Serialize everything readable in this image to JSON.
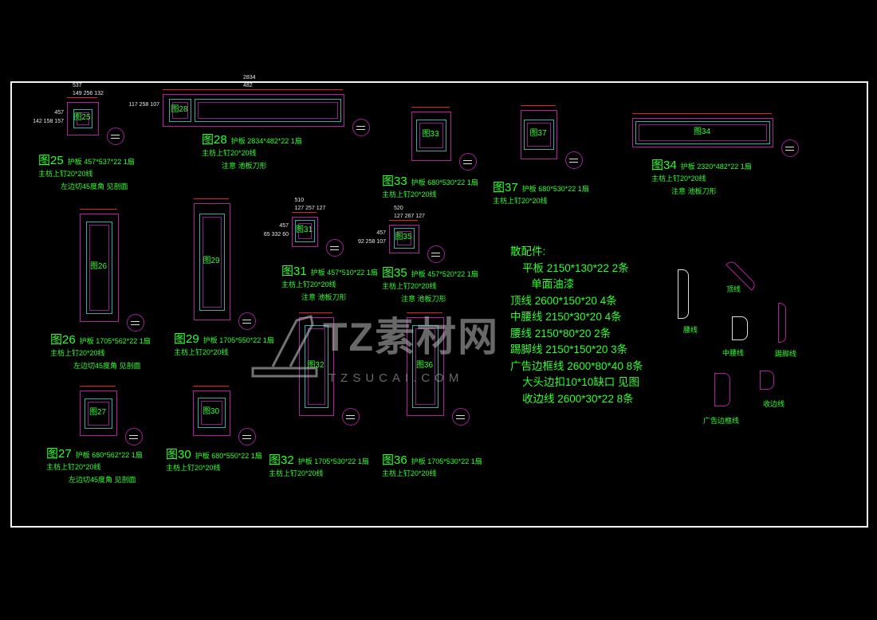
{
  "panels": [
    {
      "id": "25",
      "label": "图25",
      "title": "图25",
      "spec": "护板 457*537*22 1扇",
      "notes": [
        "主枋上钉20*20线",
        "左边切45度角 见剖面"
      ],
      "dims": [
        "537",
        "149 256 132",
        "457",
        "142 158 157"
      ]
    },
    {
      "id": "28",
      "label": "图28",
      "title": "图28",
      "spec": "护板 2834*482*22 1扇",
      "notes": [
        "主枋上钉20*20线",
        "注意 池板刀形"
      ],
      "dims": [
        "2834",
        "482",
        "117 258 107"
      ]
    },
    {
      "id": "33",
      "label": "图33",
      "title": "图33",
      "spec": "护板 680*530*22 1扇",
      "notes": [
        "主枋上钉20*20线"
      ],
      "dims": []
    },
    {
      "id": "37",
      "label": "图37",
      "title": "图37",
      "spec": "护板 680*530*22 1扇",
      "notes": [
        "主枋上钉20*20线"
      ],
      "dims": []
    },
    {
      "id": "34",
      "label": "图34",
      "title": "图34",
      "spec": "护板 2320*482*22 1扇",
      "notes": [
        "主枋上钉20*20线",
        "注意 池板刀形"
      ],
      "dims": []
    },
    {
      "id": "26",
      "label": "图26",
      "title": "图26",
      "spec": "护板 1705*562*22 1扇",
      "notes": [
        "主枋上钉20*20线",
        "左边切45度角 见剖面"
      ],
      "dims": []
    },
    {
      "id": "29",
      "label": "图29",
      "title": "图29",
      "spec": "护板 1705*550*22 1扇",
      "notes": [
        "主枋上钉20*20线"
      ],
      "dims": []
    },
    {
      "id": "31",
      "label": "图31",
      "title": "图31",
      "spec": "护板 457*510*22 1扇",
      "notes": [
        "主枋上钉20*20线",
        "注意 池板刀形"
      ],
      "dims": [
        "510",
        "127 257 127",
        "457",
        "65 332 60"
      ]
    },
    {
      "id": "35",
      "label": "图35",
      "title": "图35",
      "spec": "护板 457*520*22 1扇",
      "notes": [
        "主枋上钉20*20线",
        "注意 池板刀形"
      ],
      "dims": [
        "520",
        "127 267 127",
        "457",
        "92 258 107"
      ]
    },
    {
      "id": "27",
      "label": "图27",
      "title": "图27",
      "spec": "护板 680*562*22 1扇",
      "notes": [
        "主枋上钉20*20线",
        "左边切45度角 见剖面"
      ],
      "dims": []
    },
    {
      "id": "30",
      "label": "图30",
      "title": "图30",
      "spec": "护板 680*550*22 1扇",
      "notes": [
        "主枋上钉20*20线"
      ],
      "dims": []
    },
    {
      "id": "32",
      "label": "图32",
      "title": "图32",
      "spec": "护板 1705*530*22 1扇",
      "notes": [
        "主枋上钉20*20线"
      ],
      "dims": []
    },
    {
      "id": "36",
      "label": "图36",
      "title": "图36",
      "spec": "护板 1705*530*22 1扇",
      "notes": [
        "主枋上钉20*20线"
      ],
      "dims": []
    }
  ],
  "accessories": {
    "heading": "散配件:",
    "lines": [
      "    平板 2150*130*22 2条",
      "       单面油漆",
      "顶线 2600*150*20 4条",
      "中腰线 2150*30*20 4条",
      "腰线 2150*80*20 2条",
      "踢脚线 2150*150*20 3条",
      "广告边框线 2600*80*40 8条",
      "    大头边扣10*10缺口 见图",
      "    收边线 2600*30*22 8条"
    ]
  },
  "profiles": {
    "yaoxian": "腰线",
    "dingxian": "顶线",
    "zhongyaoxian": "中腰线",
    "tijiaoxian": "踢脚线",
    "guanggao": "广告边框线",
    "shoubian": "收边线"
  },
  "watermark": {
    "brand": "TZ素材网",
    "url": "TZSUCAI.COM"
  },
  "colors": {
    "text": "#2cff2c",
    "outline": "#b0219f",
    "inner": "#3aa6a6",
    "frame": "#f2f2f2"
  }
}
